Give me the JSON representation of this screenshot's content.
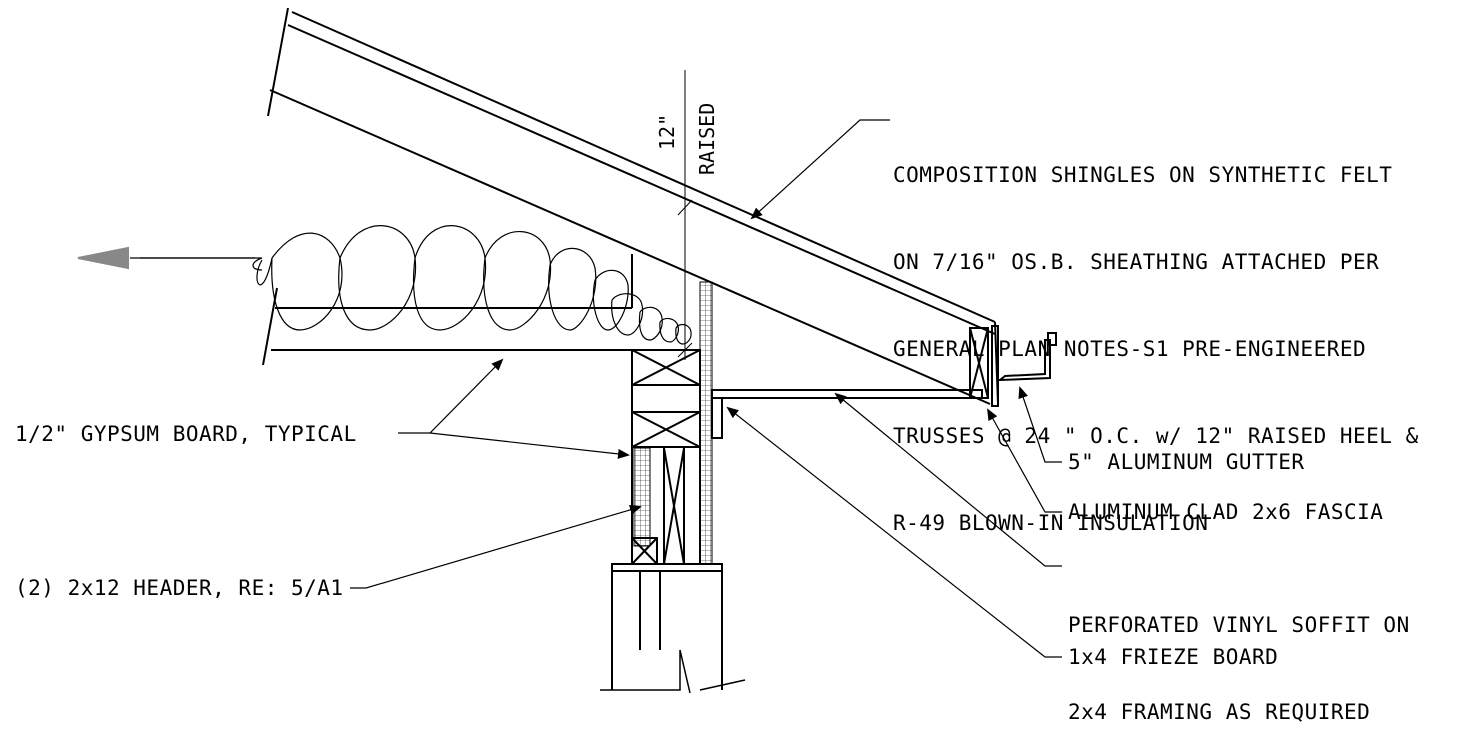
{
  "notes": {
    "roof_lines": [
      "COMPOSITION SHINGLES ON SYNTHETIC FELT",
      "ON 7/16\" OS.B. SHEATHING ATTACHED PER",
      "GENERAL PLAN NOTES-S1 PRE-ENGINEERED",
      "TRUSSES @ 24 \" O.C. w/ 12\" RAISED HEEL &",
      "R-49 BLOWN-IN INSULATION"
    ],
    "gypsum": "1/2\" GYPSUM BOARD, TYPICAL",
    "header": "(2) 2x12 HEADER, RE: 5/A1",
    "gutter": "5\" ALUMINUM GUTTER",
    "fascia": "ALUMINUM CLAD 2x6 FASCIA",
    "soffit_lines": [
      "PERFORATED VINYL SOFFIT ON",
      "2x4 FRAMING AS REQUIRED"
    ],
    "frieze": "1x4 FRIEZE BOARD"
  },
  "dimension": {
    "value": "12\"",
    "label": "RAISED"
  }
}
